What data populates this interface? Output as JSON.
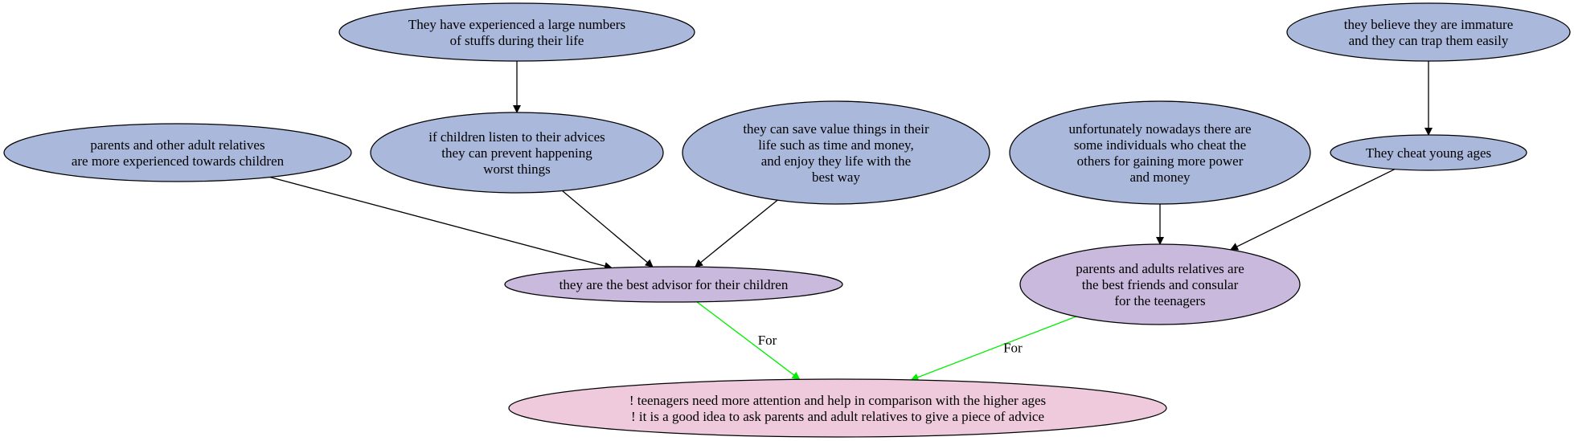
{
  "colors": {
    "premise": "#aab8dc",
    "claim": "#c9b9dc",
    "conclusion": "#eecadc",
    "support_edge": "#000000",
    "for_edge": "#00ee00"
  },
  "nodes": {
    "experienced_stuffs": {
      "lines": [
        "They have experienced a large numbers",
        "of stuffs during their life"
      ]
    },
    "immature_trap": {
      "lines": [
        "they believe they are immature",
        "and they can trap them easily"
      ]
    },
    "more_experienced": {
      "lines": [
        "parents and other adult relatives",
        "are more experienced towards children"
      ]
    },
    "listen_advices": {
      "lines": [
        "if children listen to their advices",
        "they can prevent happening",
        "worst things"
      ]
    },
    "save_value": {
      "lines": [
        "they can save value things in their",
        "life such as time and money,",
        "and enjoy they life with the",
        "best way"
      ]
    },
    "cheat_individuals": {
      "lines": [
        "unfortunately nowadays there are",
        "some individuals who cheat the",
        "others for gaining more power",
        "and money"
      ]
    },
    "cheat_young": {
      "lines": [
        "They cheat young ages"
      ]
    },
    "best_advisor": {
      "lines": [
        "they are the best advisor for their children"
      ]
    },
    "best_friends": {
      "lines": [
        "parents and adults relatives are",
        "the best friends and consular",
        "for the teenagers"
      ]
    },
    "conclusion": {
      "lines": [
        "! teenagers need more attention and help in comparison with the higher ages",
        "! it is a good idea to ask parents and adult relatives to give a piece of advice"
      ]
    }
  },
  "edges": [
    {
      "from": "experienced_stuffs",
      "to": "listen_advices",
      "type": "support",
      "label": ""
    },
    {
      "from": "immature_trap",
      "to": "cheat_young",
      "type": "support",
      "label": ""
    },
    {
      "from": "more_experienced",
      "to": "best_advisor",
      "type": "support",
      "label": ""
    },
    {
      "from": "listen_advices",
      "to": "best_advisor",
      "type": "support",
      "label": ""
    },
    {
      "from": "save_value",
      "to": "best_advisor",
      "type": "support",
      "label": ""
    },
    {
      "from": "cheat_individuals",
      "to": "best_friends",
      "type": "support",
      "label": ""
    },
    {
      "from": "cheat_young",
      "to": "best_friends",
      "type": "support",
      "label": ""
    },
    {
      "from": "best_advisor",
      "to": "conclusion",
      "type": "for",
      "label": "For"
    },
    {
      "from": "best_friends",
      "to": "conclusion",
      "type": "for",
      "label": "For"
    }
  ]
}
